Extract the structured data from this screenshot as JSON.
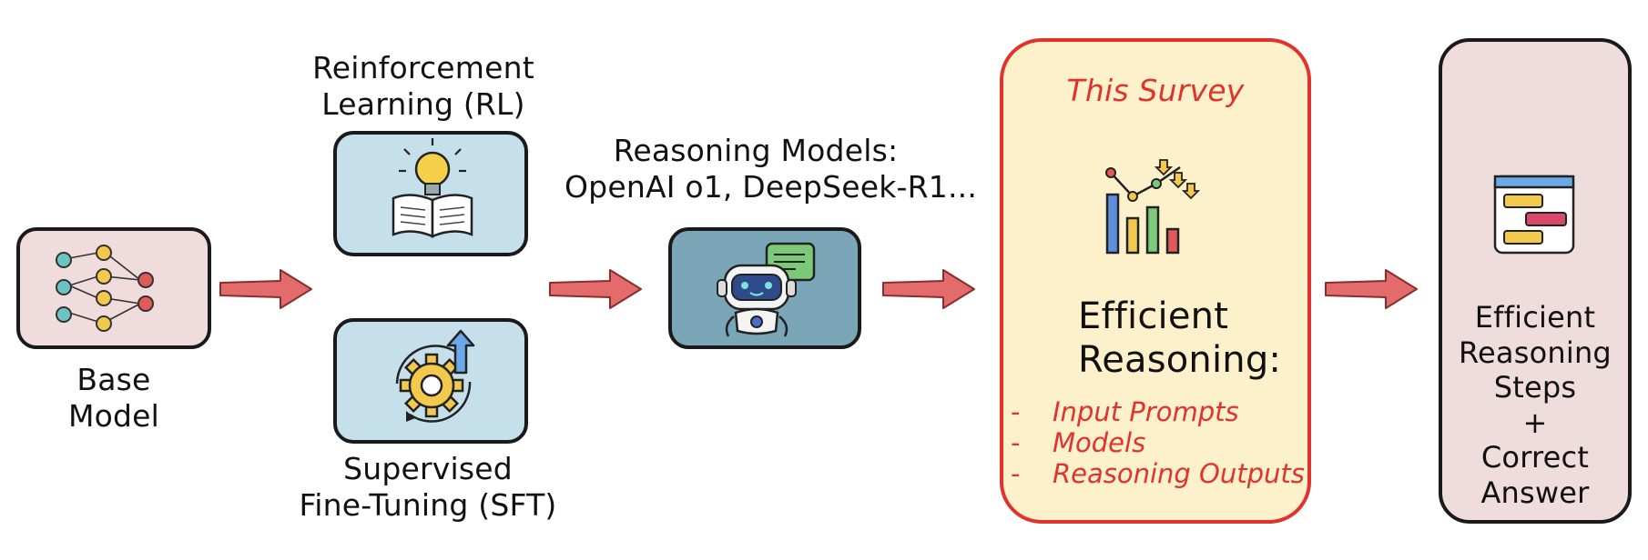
{
  "nodes": {
    "base_model": {
      "lines": [
        "Base",
        "Model"
      ]
    },
    "rl": {
      "lines": [
        "Reinforcement",
        "Learning (RL)"
      ]
    },
    "sft": {
      "lines": [
        "Supervised",
        "Fine-Tuning (SFT)"
      ]
    },
    "reasoning_models": {
      "lines": [
        "Reasoning Models:",
        "OpenAI o1, DeepSeek-R1..."
      ]
    },
    "survey": {
      "header": "This Survey",
      "title_lines": [
        "Efficient",
        "Reasoning:"
      ],
      "items": [
        "Input Prompts",
        "Models",
        "Reasoning Outputs"
      ],
      "bullet": "-"
    },
    "output": {
      "lines": [
        "Efficient",
        "Reasoning",
        "Steps",
        "+",
        "Correct",
        "Answer"
      ]
    }
  },
  "icons": {
    "base_model": "neural-network-icon",
    "rl": "lightbulb-book-icon",
    "sft": "gear-cycle-icon",
    "reasoning_models": "robot-chat-icon",
    "survey": "bar-chart-trend-icon",
    "output": "chat-window-icon"
  },
  "colors": {
    "base_box": "#f0dcdc",
    "rl_box": "#c5e0ea",
    "sft_box": "#c5e0ea",
    "robot_box": "#7aa6b8",
    "survey_fill": "#fdf1cc",
    "survey_border": "#e0332b",
    "output_fill": "#efdcdc",
    "arrow": "#e36b6b",
    "accent_red": "#e0332b"
  }
}
